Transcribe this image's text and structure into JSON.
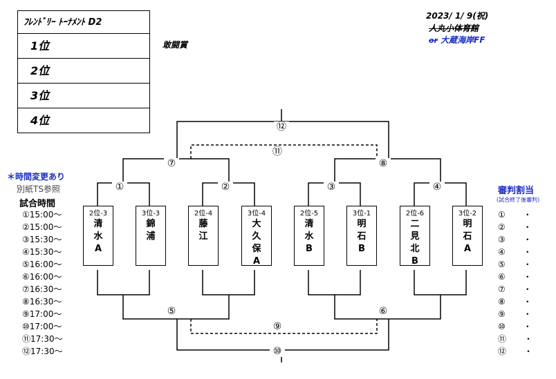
{
  "rank_table": {
    "title": "ﾌﾚﾝﾄﾞﾘｰ ﾄｰﾅﾒﾝﾄ D2",
    "positions": [
      "1位",
      "2位",
      "3位",
      "4位"
    ]
  },
  "award_label": "敢闘賞",
  "header": {
    "date": "2023/ 1/ 9(祝)",
    "venue_struck": "人丸小体育館",
    "venue_or": "or",
    "venue_alt": "大蔵海岸FF"
  },
  "schedule": {
    "note": "＊時間変更あり",
    "note_sub": "別紙TS参照",
    "heading": "試合時間",
    "rows": [
      {
        "no": "①",
        "time": "15:00〜"
      },
      {
        "no": "②",
        "time": "15:00〜"
      },
      {
        "no": "③",
        "time": "15:30〜"
      },
      {
        "no": "④",
        "time": "15:30〜"
      },
      {
        "no": "⑤",
        "time": "16:00〜"
      },
      {
        "no": "⑥",
        "time": "16:00〜"
      },
      {
        "no": "⑦",
        "time": "16:30〜"
      },
      {
        "no": "⑧",
        "time": "16:30〜"
      },
      {
        "no": "⑨",
        "time": "17:00〜"
      },
      {
        "no": "⑩",
        "time": "17:00〜"
      },
      {
        "no": "⑪",
        "time": "17:30〜"
      },
      {
        "no": "⑫",
        "time": "17:30〜"
      }
    ]
  },
  "referee": {
    "heading": "審判割当",
    "sub": "(試合終了後審判)",
    "rows": [
      "①",
      "②",
      "③",
      "④",
      "⑤",
      "⑥",
      "⑦",
      "⑧",
      "⑨",
      "⑩",
      "⑪",
      "⑫"
    ],
    "dot": "・"
  },
  "teams": [
    {
      "label": "2位-3",
      "name": [
        "清",
        "水",
        "A"
      ]
    },
    {
      "label": "3位-3",
      "name": [
        "錦",
        "浦"
      ]
    },
    {
      "label": "2位-4",
      "name": [
        "藤",
        "江"
      ]
    },
    {
      "label": "3位-4",
      "name": [
        "大",
        "久",
        "保",
        "A"
      ]
    },
    {
      "label": "2位-5",
      "name": [
        "清",
        "水",
        "B"
      ]
    },
    {
      "label": "3位-1",
      "name": [
        "明",
        "石",
        "B"
      ]
    },
    {
      "label": "2位-6",
      "name": [
        "二",
        "見",
        "北",
        "B"
      ]
    },
    {
      "label": "3位-2",
      "name": [
        "明",
        "石",
        "A"
      ]
    }
  ],
  "matches": {
    "m1": "①",
    "m2": "②",
    "m3": "③",
    "m4": "④",
    "m5": "⑤",
    "m6": "⑥",
    "m7": "⑦",
    "m8": "⑧",
    "m9": "⑨",
    "m10": "⑩",
    "m11": "⑪",
    "m12": "⑫"
  }
}
